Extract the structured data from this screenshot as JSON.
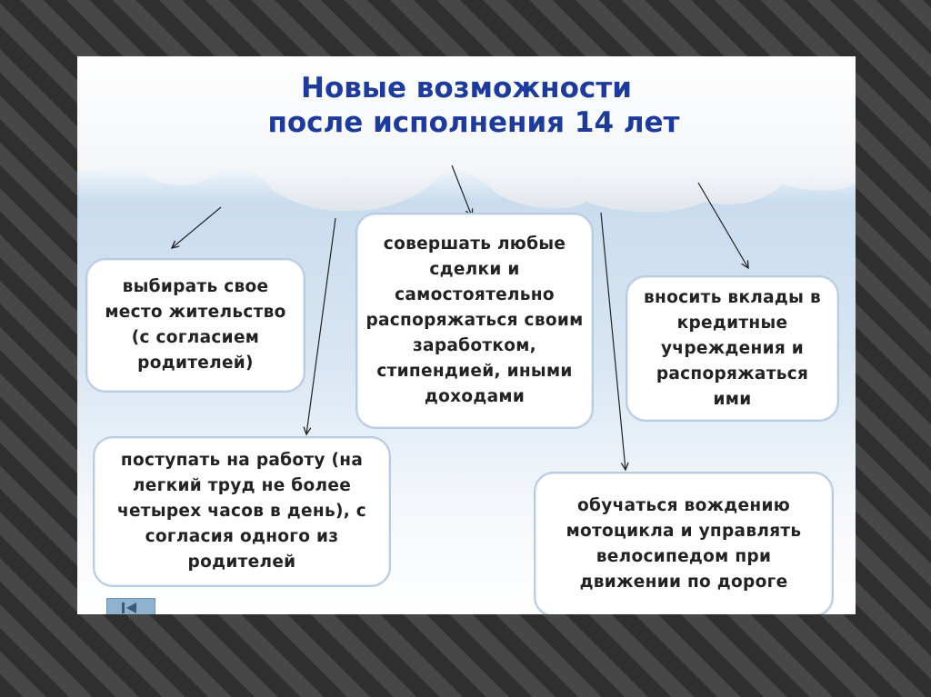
{
  "slide": {
    "title_line1": "Новые возможности",
    "title_line2": "после исполнения 14 лет"
  },
  "boxes": {
    "residence": "выбирать свое место жительство (с согласием родителей)",
    "deals": "совершать любые сделки и самостоятельно распоряжаться своим заработком, стипендией, иными доходами",
    "deposits": "вносить вклады в кредитные учреждения и распоряжаться ими",
    "work": "поступать на работу (на легкий труд не более четырех часов в день), с согласия одного из родителей",
    "driving": "обучаться вождению мотоцикла и управлять велосипедом при движении по дороге"
  },
  "colors": {
    "title": "#1f3b9a",
    "box_border": "#b9cbe0",
    "sky": "#c9dcee",
    "frame_bg": "#3d3d3d"
  },
  "icons": {
    "nav_button": "back-to-start-icon"
  }
}
